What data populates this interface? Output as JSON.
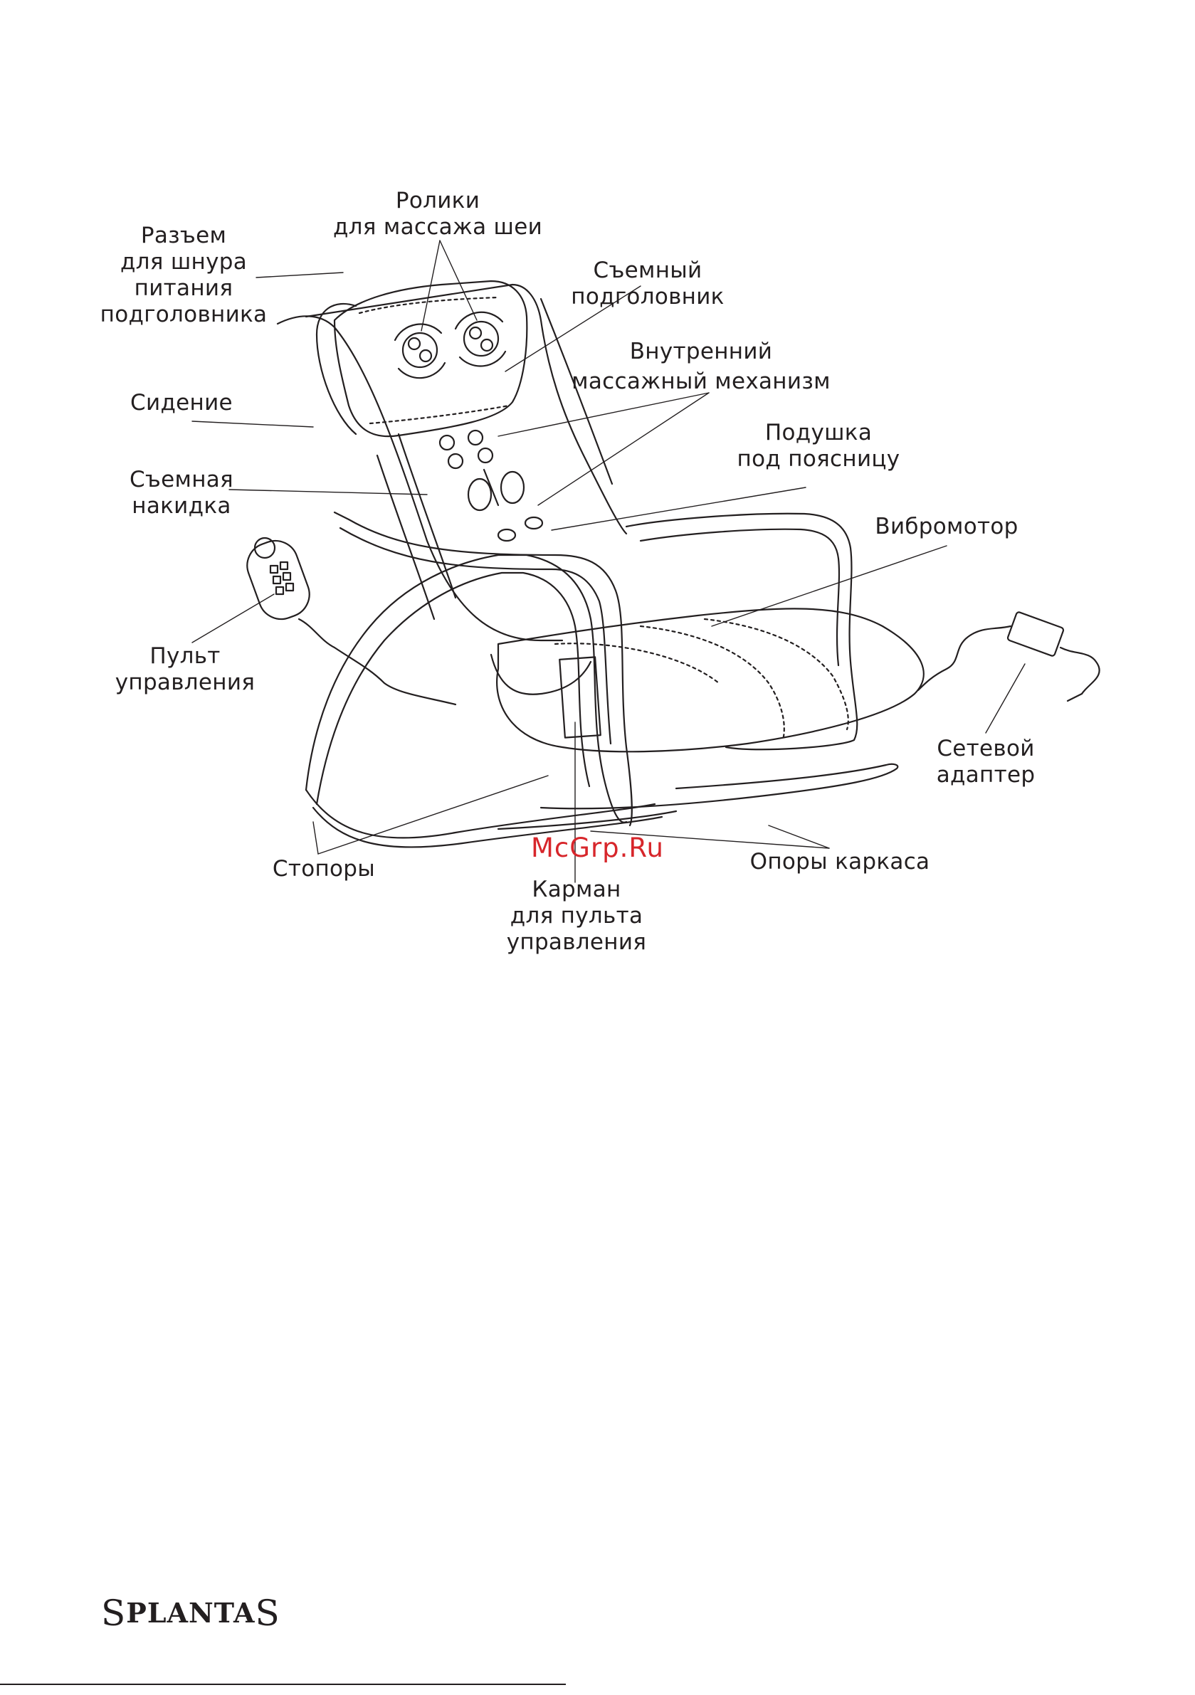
{
  "labels": {
    "rollers": [
      "Ролики",
      "для массажа шеи"
    ],
    "connector": [
      "Разъем",
      "для шнура",
      "питания",
      "подголовника"
    ],
    "headrest": [
      "Съемный",
      "подголовник"
    ],
    "mechanism": [
      "Внутренний",
      "массажный механизм"
    ],
    "seat": [
      "Сидение"
    ],
    "lumbar": [
      "Подушка",
      "под поясницу"
    ],
    "cover": [
      "Съемная",
      "накидка"
    ],
    "vibromotor": [
      "Вибромотор"
    ],
    "remote": [
      "Пульт",
      "управления"
    ],
    "adapter": [
      "Сетевой",
      "адаптер"
    ],
    "stoppers": [
      "Стопоры"
    ],
    "supports": [
      "Опоры каркаса"
    ],
    "pocket": [
      "Карман",
      "для пульта",
      "управления"
    ]
  },
  "watermark": "McGrp.Ru",
  "logo": {
    "left": "S",
    "text": "PLANTA",
    "right": "S"
  },
  "colors": {
    "ink": "#231f20",
    "watermark": "#d7262b"
  },
  "icons": [
    "massage-chair-illustration",
    "remote-control-icon",
    "power-adapter-icon",
    "neck-roller-icon"
  ]
}
